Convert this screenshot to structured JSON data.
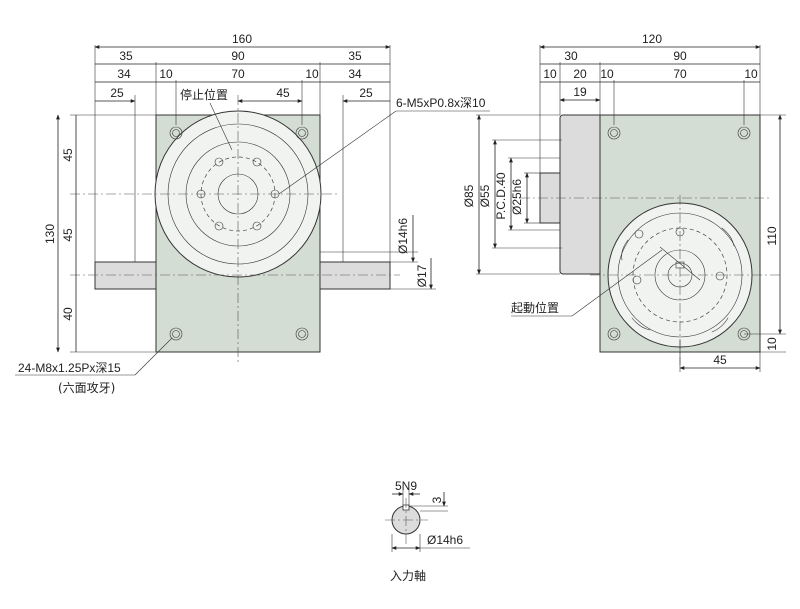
{
  "colors": {
    "body": "#d4ddd3",
    "shaft": "#dcdcdc",
    "line": "#222222"
  },
  "front_view": {
    "width_total": "160",
    "w_90": "90",
    "w_35_left": "35",
    "w_35_right": "35",
    "w_34_left": "34",
    "w_34_right": "34",
    "w_10_left": "10",
    "w_10_right": "10",
    "w_70": "70",
    "w_25_left": "25",
    "w_25_right": "25",
    "w_45": "45",
    "h_130": "130",
    "h_45_top": "45",
    "h_45_mid": "45",
    "h_40": "40",
    "dia_shaft": "Ø14h6",
    "dia_17": "Ø17",
    "label_stop": "停止位置",
    "label_tap_top": "6-M5xP0.8x深10",
    "label_tap_bottom": "24-M8x1.25Px深15",
    "label_hex": "(六面攻牙)"
  },
  "side_view": {
    "width_total": "120",
    "w_30": "30",
    "w_90": "90",
    "w_10_a": "10",
    "w_20": "20",
    "w_10_b": "10",
    "w_70": "70",
    "w_10_c": "10",
    "w_19": "19",
    "dia_85": "Ø85",
    "dia_55": "Ø55",
    "pcd": "P.C.D.40",
    "dia_25": "Ø25h6",
    "h_110": "110",
    "h_10": "10",
    "w_45": "45",
    "label_start": "起動位置"
  },
  "shaft_section": {
    "key_width": "5N9",
    "key_depth": "3",
    "dia": "Ø14h6",
    "label": "入力軸"
  }
}
